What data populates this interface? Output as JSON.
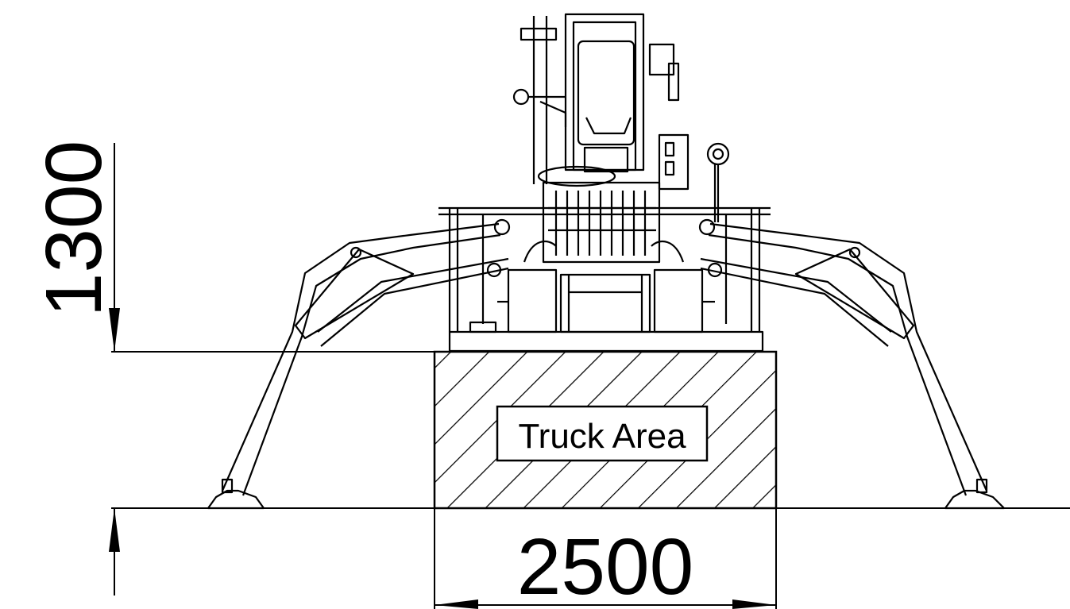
{
  "diagram": {
    "type": "technical-drawing",
    "view": "front elevation",
    "line_color": "#000000",
    "background": "#ffffff",
    "hatch_region_label": "Truck Area",
    "dimensions": {
      "height": {
        "value": "1300",
        "orientation": "vertical"
      },
      "width": {
        "value": "2500",
        "orientation": "horizontal"
      }
    }
  }
}
